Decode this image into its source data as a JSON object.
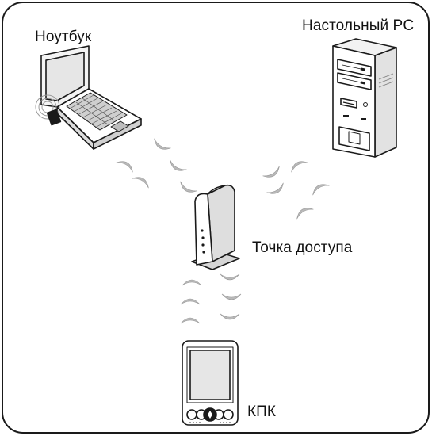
{
  "diagram": {
    "labels": {
      "laptop": "Ноутбук",
      "desktop": "Настольный PC",
      "access_point": "Точка доступа",
      "pda": "КПК"
    },
    "colors": {
      "line": "#1a1a1a",
      "wave": "#b9b9b9",
      "screen": "#e6e6e6",
      "background": "#ffffff"
    }
  }
}
